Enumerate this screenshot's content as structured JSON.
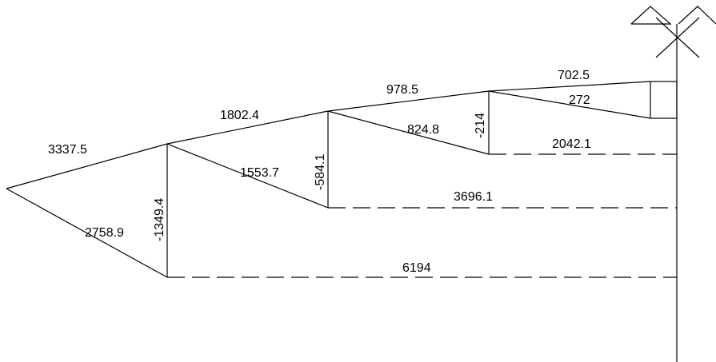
{
  "diagram": {
    "upper_chord": [
      "3337.5",
      "1802.4",
      "978.5",
      "702.5"
    ],
    "lower_chord": [
      "2758.9"
    ],
    "verticals": [
      "-1349.4",
      "-584.1",
      "-214"
    ],
    "diagonals": [
      "1553.7",
      "824.8",
      "272"
    ],
    "baselines": [
      "6194",
      "3696.1",
      "2042.1"
    ]
  }
}
